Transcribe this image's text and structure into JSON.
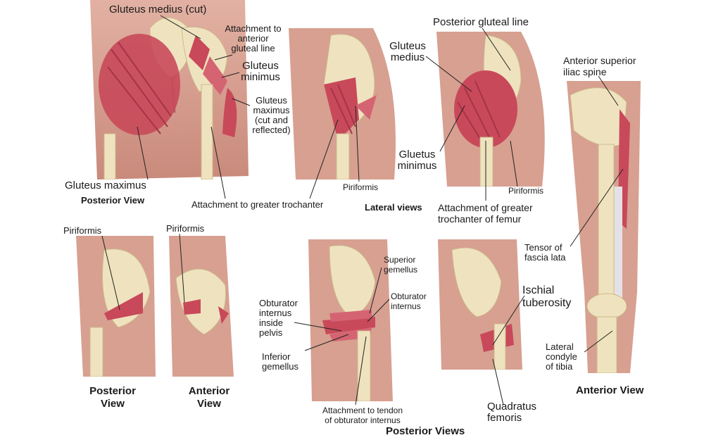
{
  "labels": {
    "gluteus_medius_cut": "Gluteus medius (cut)",
    "attachment_anterior_gluteal_line": [
      "Attachment to",
      "anterior",
      "gluteal line"
    ],
    "gluteus_minimus_1": [
      "Gluteus",
      "minimus"
    ],
    "gluteus_maximus_reflected": [
      "Gluteus",
      "maximus",
      "(cut and",
      "reflected)"
    ],
    "gluteus_maximus": "Gluteus maximus",
    "attachment_greater_trochanter": "Attachment to greater trochanter",
    "piriformis_lateral_1": "Piriformis",
    "posterior_gluteal_line": "Posterior gluteal line",
    "gluteus_medius": [
      "Gluteus",
      "medius"
    ],
    "gluteus_minimus_2": [
      "Gluetus",
      "minimus"
    ],
    "piriformis_lateral_2": "Piriformis",
    "attachment_greater_trochanter_femur": [
      "Attachment of greater",
      "trochanter of femur"
    ],
    "anterior_superior_iliac_spine": [
      "Anterior superior",
      "iliac spine"
    ],
    "tensor_fascia_lata": [
      "Tensor of",
      "fascia lata"
    ],
    "lateral_condyle_tibia": [
      "Lateral",
      "condyle",
      "of tibia"
    ],
    "piriformis_posterior": "Piriformis",
    "piriformis_anterior": "Piriformis",
    "superior_gemellus": [
      "Superior",
      "gemellus"
    ],
    "obturator_internus": [
      "Obturator",
      "internus"
    ],
    "obturator_internus_inside": [
      "Obturator",
      "internus",
      "inside",
      "pelvis"
    ],
    "inferior_gemellus": [
      "Inferior",
      "gemellus"
    ],
    "attachment_tendon_obturator": [
      "Attachment to tendon",
      "of obturator internus"
    ],
    "ischial_tuberosity": [
      "Ischial",
      "tuberosity"
    ],
    "quadratus_femoris": [
      "Quadratus",
      "femoris"
    ]
  },
  "captions": {
    "posterior_view_top": "Posterior View",
    "lateral_views": "Lateral views",
    "posterior_view_bottom": [
      "Posterior",
      "View"
    ],
    "anterior_view_bottom": [
      "Anterior",
      "View"
    ],
    "posterior_views": "Posterior Views",
    "anterior_view_right": "Anterior View"
  },
  "colors": {
    "skin": "#d9a193",
    "skin_dark": "#b9786b",
    "bone": "#efe3bf",
    "bone_shade": "#d8c690",
    "muscle": "#c8495a",
    "muscle_light": "#e07f86",
    "tendon": "#e8e6e9"
  }
}
